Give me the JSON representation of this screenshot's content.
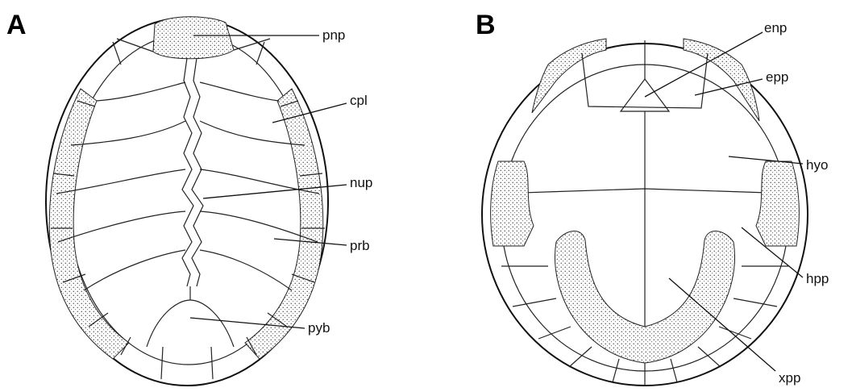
{
  "figure": {
    "panels": [
      {
        "letter": "A",
        "labels": [
          "pnp",
          "cpl",
          "nup",
          "prb",
          "pyb"
        ]
      },
      {
        "letter": "B",
        "labels": [
          "enp",
          "epp",
          "hyo",
          "hpp",
          "xpp"
        ]
      }
    ]
  }
}
